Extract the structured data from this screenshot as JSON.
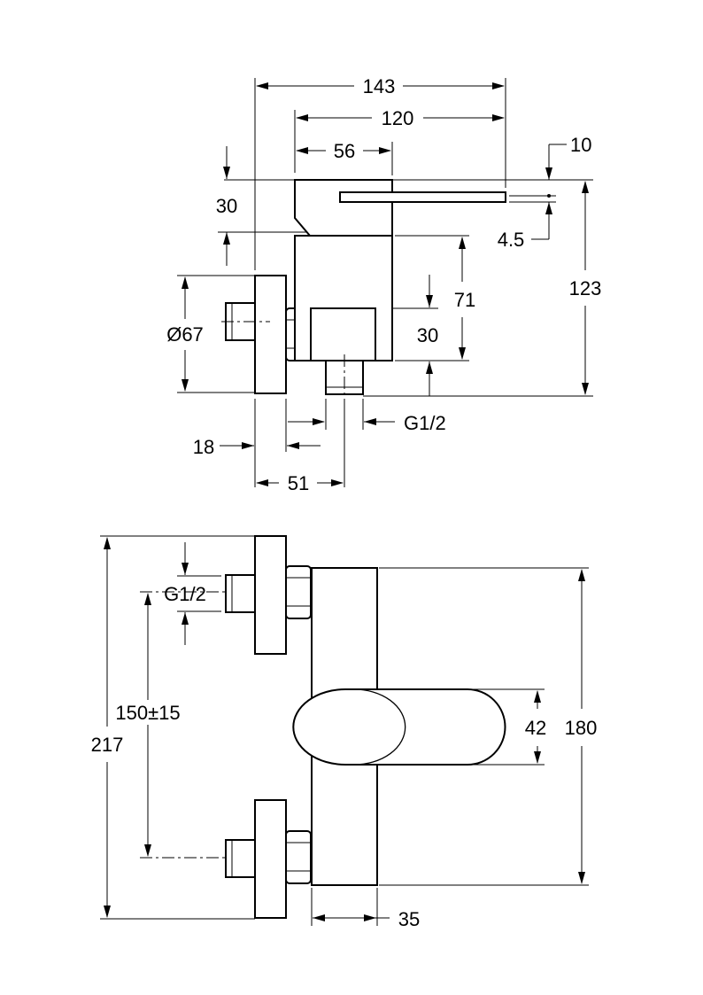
{
  "side_view": {
    "dim_143": "143",
    "dim_120": "120",
    "dim_56": "56",
    "dim_10": "10",
    "dim_30_top": "30",
    "dim_4_5": "4.5",
    "dim_123": "123",
    "dim_71": "71",
    "dim_30_mid": "30",
    "dim_diameter_67": "Ø67",
    "dim_g12": "G1/2",
    "dim_18": "18",
    "dim_51": "51"
  },
  "front_view": {
    "dim_g12": "G1/2",
    "dim_150": "150±15",
    "dim_217": "217",
    "dim_42": "42",
    "dim_180": "180",
    "dim_35": "35"
  }
}
